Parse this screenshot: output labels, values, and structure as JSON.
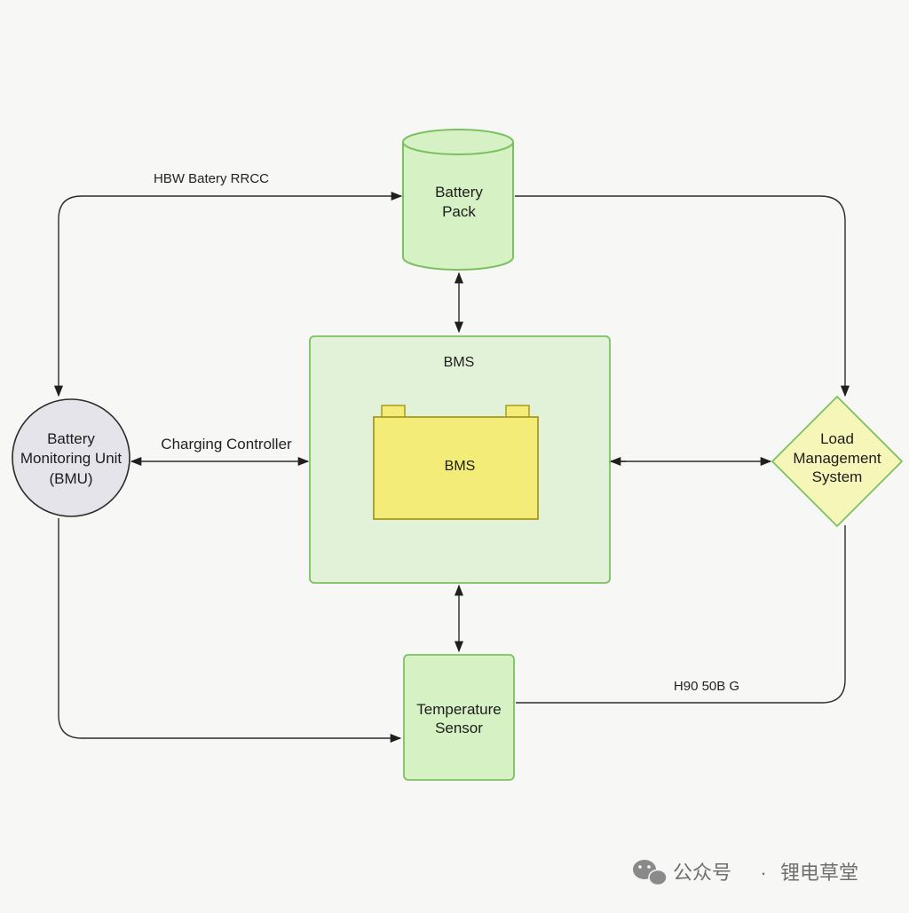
{
  "diagram": {
    "nodes": {
      "battery_pack": {
        "line1": "Battery",
        "line2": "Pack"
      },
      "bms_container": {
        "label": "BMS"
      },
      "bms_battery": {
        "label": "BMS"
      },
      "bmu": {
        "line1": "Battery",
        "line2": "Monitoring Unit",
        "line3": "(BMU)"
      },
      "load_management": {
        "line1": "Load",
        "line2": "Management",
        "line3": "System"
      },
      "temperature_sensor": {
        "line1": "Temperature",
        "line2": "Sensor"
      }
    },
    "edges": {
      "top_left_label": "HBW Batery RRCC",
      "charging_label": "Charging Controller",
      "bottom_right_label": "H90 50B G"
    }
  },
  "watermark": {
    "prefix": "公众号",
    "separator": "·",
    "name": "锂电草堂"
  },
  "colors": {
    "green_fill": "#d6f2c4",
    "green_stroke": "#7cc061",
    "bms_fill": "#e2f2d8",
    "yellow_fill": "#f4ec78",
    "yellow_stroke": "#c9b92d",
    "diamond_fill": "#f6f6b8",
    "circle_fill": "#e4e4ea"
  }
}
